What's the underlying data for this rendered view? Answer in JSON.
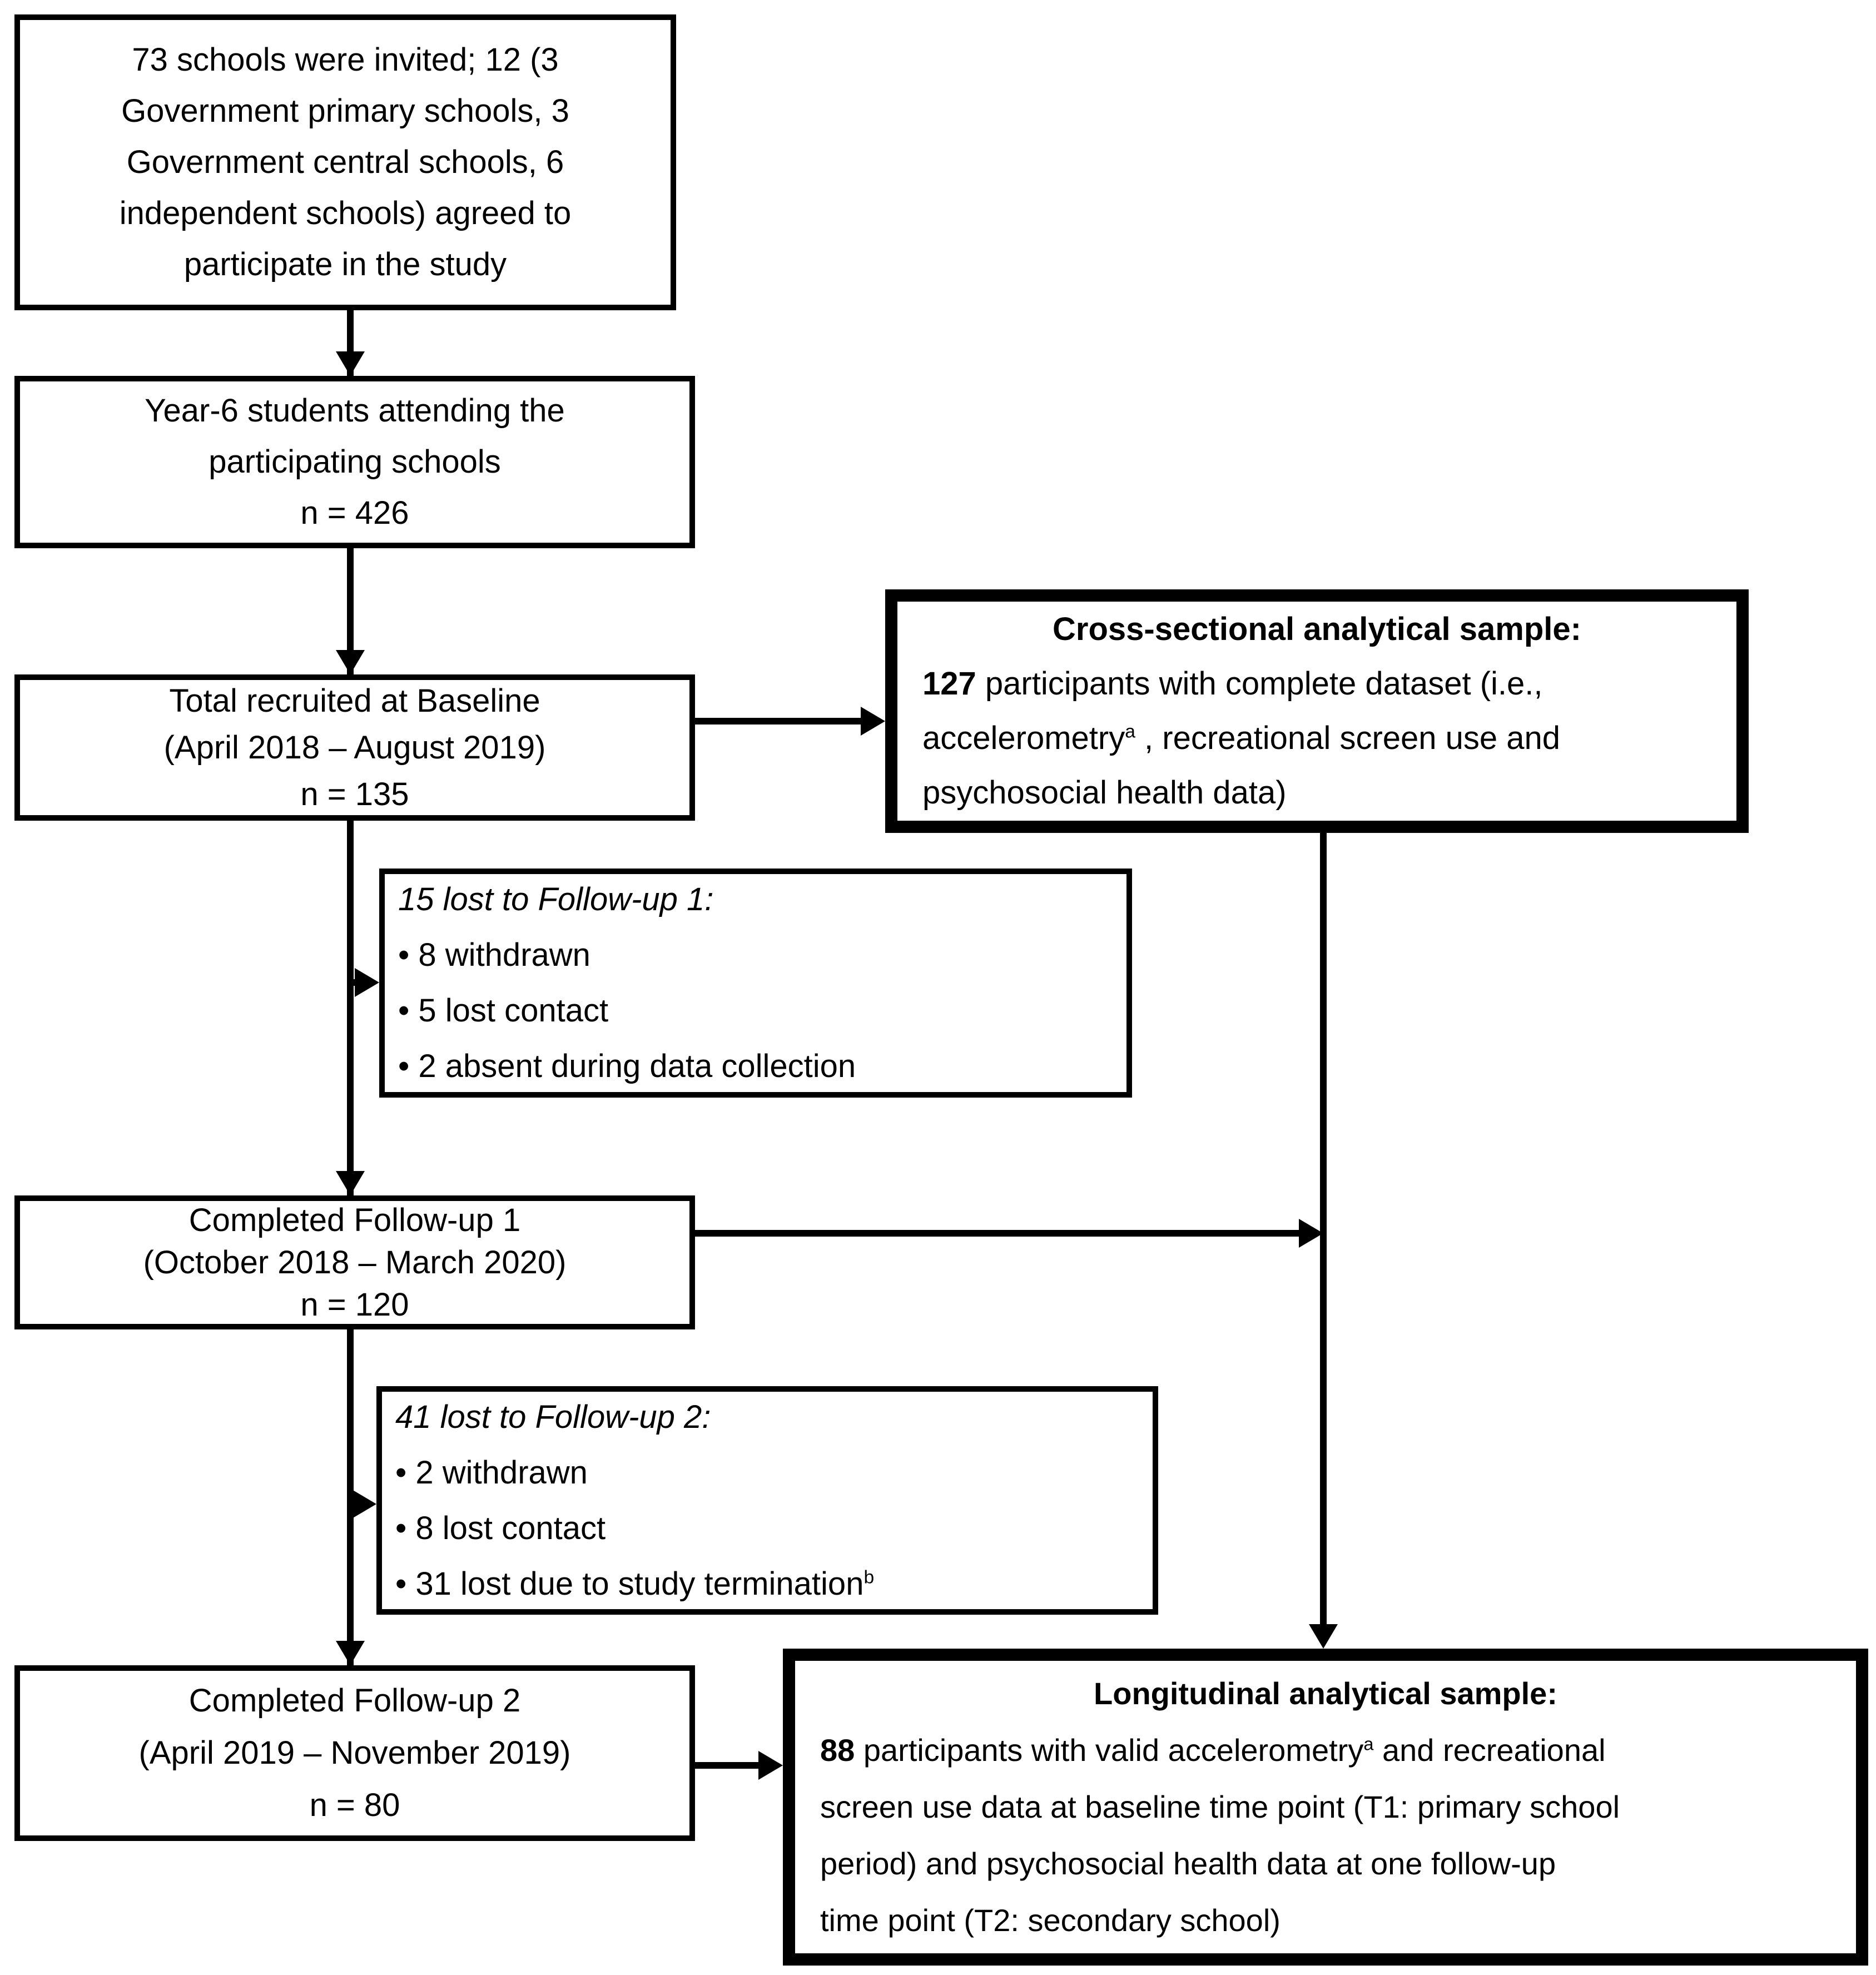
{
  "figure": {
    "type": "participant-flow-diagram",
    "colors": {
      "background": "#ffffff",
      "line": "#000000",
      "text": "#000000"
    }
  },
  "boxes": {
    "invited": {
      "border": "thin",
      "lines": [
        {
          "segments": [
            {
              "t": "73 schools were invited; 12 (3"
            }
          ]
        },
        {
          "segments": [
            {
              "t": "Government primary schools, 3"
            }
          ]
        },
        {
          "segments": [
            {
              "t": "Government central schools, 6"
            }
          ]
        },
        {
          "segments": [
            {
              "t": "independent schools) agreed to"
            }
          ]
        },
        {
          "segments": [
            {
              "t": "participate in the study"
            }
          ]
        }
      ]
    },
    "students": {
      "border": "thin",
      "lines": [
        {
          "segments": [
            {
              "t": "Year-6 students attending the"
            }
          ]
        },
        {
          "segments": [
            {
              "t": "participating schools"
            }
          ]
        },
        {
          "segments": [
            {
              "t": "n = 426"
            }
          ]
        }
      ]
    },
    "baseline": {
      "border": "thin",
      "lines": [
        {
          "segments": [
            {
              "t": "Total recruited at Baseline"
            }
          ]
        },
        {
          "segments": [
            {
              "t": "(April 2018 – August 2019)"
            }
          ]
        },
        {
          "segments": [
            {
              "t": "n = 135"
            }
          ]
        }
      ]
    },
    "cross": {
      "border": "thick",
      "lines": [
        {
          "center": true,
          "segments": [
            {
              "t": "Cross-sectional analytical sample:",
              "b": true
            }
          ]
        },
        {
          "segments": [
            {
              "t": "127",
              "b": true
            },
            {
              "t": " participants with complete dataset (i.e.,"
            }
          ]
        },
        {
          "segments": [
            {
              "t": "accelerometry"
            },
            {
              "t": "a",
              "sup": true
            },
            {
              "t": " , recreational screen use and"
            }
          ]
        },
        {
          "segments": [
            {
              "t": "psychosocial health data)"
            }
          ]
        }
      ]
    },
    "lost1": {
      "border": "thin",
      "lines": [
        {
          "segments": [
            {
              "t": "15 lost to Follow-up 1:",
              "i": true
            }
          ]
        },
        {
          "segments": [
            {
              "t": "• 8 withdrawn"
            }
          ]
        },
        {
          "segments": [
            {
              "t": "• 5 lost contact"
            }
          ]
        },
        {
          "segments": [
            {
              "t": "• 2 absent during data collection"
            }
          ]
        }
      ]
    },
    "fu1": {
      "border": "thin",
      "lines": [
        {
          "segments": [
            {
              "t": "Completed Follow-up 1"
            }
          ]
        },
        {
          "segments": [
            {
              "t": "(October 2018 – March 2020)"
            }
          ]
        },
        {
          "segments": [
            {
              "t": "n = 120"
            }
          ]
        }
      ]
    },
    "lost2": {
      "border": "thin",
      "lines": [
        {
          "segments": [
            {
              "t": "41 lost to Follow-up 2:",
              "i": true
            }
          ]
        },
        {
          "segments": [
            {
              "t": "• 2 withdrawn"
            }
          ]
        },
        {
          "segments": [
            {
              "t": "• 8 lost contact"
            }
          ]
        },
        {
          "segments": [
            {
              "t": "• 31 lost due to study termination"
            },
            {
              "t": "b",
              "sup": true
            }
          ]
        }
      ]
    },
    "fu2": {
      "border": "thin",
      "lines": [
        {
          "segments": [
            {
              "t": "Completed Follow-up 2"
            }
          ]
        },
        {
          "segments": [
            {
              "t": "(April 2019 – November 2019)"
            }
          ]
        },
        {
          "segments": [
            {
              "t": "n = 80"
            }
          ]
        }
      ]
    },
    "long": {
      "border": "thick",
      "lines": [
        {
          "center": true,
          "segments": [
            {
              "t": "Longitudinal analytical sample:",
              "b": true
            }
          ]
        },
        {
          "segments": [
            {
              "t": "88",
              "b": true
            },
            {
              "t": " participants with valid accelerometry"
            },
            {
              "t": "a",
              "sup": true
            },
            {
              "t": " and recreational"
            }
          ]
        },
        {
          "segments": [
            {
              "t": "screen use data at baseline time point (T1: primary school"
            }
          ]
        },
        {
          "segments": [
            {
              "t": "period) and psychosocial health data at one follow-up"
            }
          ]
        },
        {
          "segments": [
            {
              "t": "time point (T2: secondary school)"
            }
          ]
        }
      ]
    }
  },
  "connectors": [
    {
      "from": "invited",
      "to": "students",
      "direction": "down"
    },
    {
      "from": "students",
      "to": "baseline",
      "direction": "down"
    },
    {
      "from": "baseline",
      "to": "cross",
      "direction": "right"
    },
    {
      "from": "baseline",
      "to": "fu1",
      "direction": "down"
    },
    {
      "from": "baseline-fu1-line",
      "to": "lost1",
      "direction": "right"
    },
    {
      "from": "fu1",
      "to": "cross-long-line",
      "direction": "right"
    },
    {
      "from": "fu1",
      "to": "fu2",
      "direction": "down"
    },
    {
      "from": "fu1-fu2-line",
      "to": "lost2",
      "direction": "right"
    },
    {
      "from": "cross",
      "to": "long",
      "direction": "down"
    },
    {
      "from": "fu2",
      "to": "long",
      "direction": "right"
    }
  ]
}
